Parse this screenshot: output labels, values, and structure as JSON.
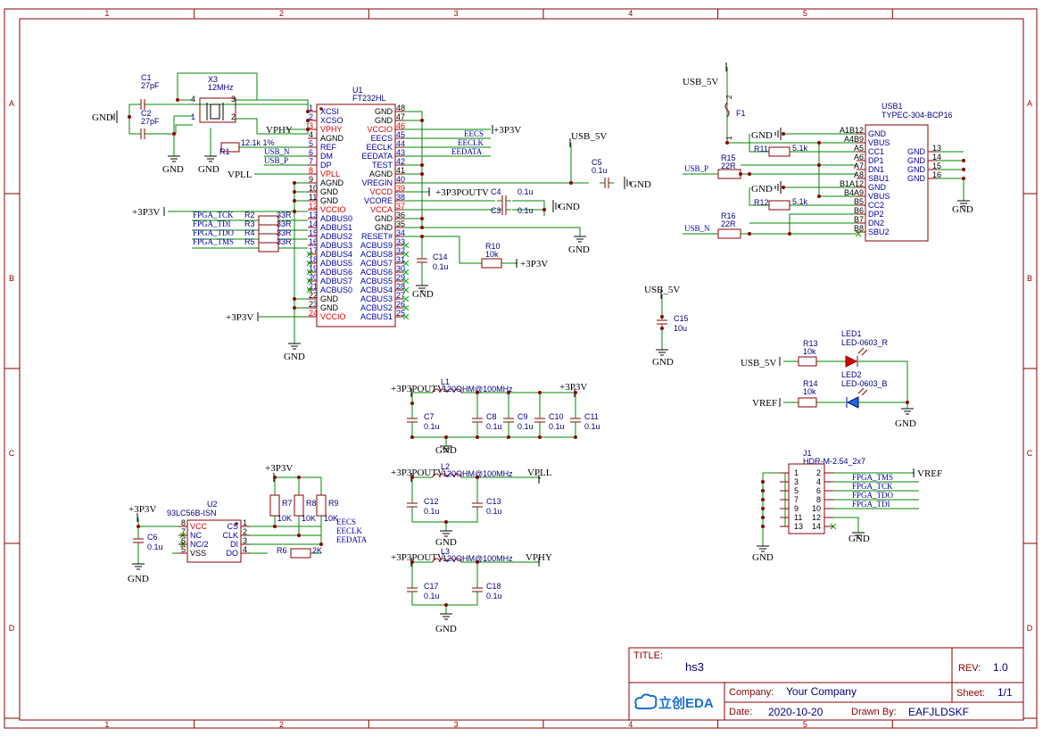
{
  "frame": {
    "columns": [
      "1",
      "2",
      "3",
      "4",
      "5"
    ],
    "rows": [
      "A",
      "B",
      "C",
      "D"
    ]
  },
  "title_block": {
    "title_label": "TITLE:",
    "title": "hs3",
    "rev_label": "REV:",
    "rev": "1.0",
    "company_label": "Company:",
    "company": "Your Company",
    "sheet_label": "Sheet:",
    "sheet": "1/1",
    "date_label": "Date:",
    "date": "2020-10-20",
    "drawn_label": "Drawn By:",
    "drawn_by": "EAFJLDSKF",
    "logo_text": "立创EDA"
  },
  "u1": {
    "ref": "U1",
    "value": "FT232HL",
    "left_pins": [
      {
        "num": "1",
        "name": "XCSI",
        "color": "#0000aa"
      },
      {
        "num": "2",
        "name": "XCSO",
        "color": "#0000aa"
      },
      {
        "num": "3",
        "name": "VPHY",
        "color": "#dd0000"
      },
      {
        "num": "4",
        "name": "AGND",
        "color": "#000000"
      },
      {
        "num": "5",
        "name": "REF",
        "color": "#0000aa"
      },
      {
        "num": "6",
        "name": "DM",
        "color": "#0000aa"
      },
      {
        "num": "7",
        "name": "DP",
        "color": "#0000aa"
      },
      {
        "num": "8",
        "name": "VPLL",
        "color": "#dd0000"
      },
      {
        "num": "9",
        "name": "AGND",
        "color": "#000000"
      },
      {
        "num": "10",
        "name": "GND",
        "color": "#000000"
      },
      {
        "num": "11",
        "name": "GND",
        "color": "#000000"
      },
      {
        "num": "12",
        "name": "VCCIO",
        "color": "#dd0000"
      },
      {
        "num": "13",
        "name": "ADBUS0",
        "color": "#0000aa"
      },
      {
        "num": "14",
        "name": "ADBUS1",
        "color": "#0000aa"
      },
      {
        "num": "15",
        "name": "ADBUS2",
        "color": "#0000aa"
      },
      {
        "num": "16",
        "name": "ADBUS3",
        "color": "#0000aa"
      },
      {
        "num": "17",
        "name": "ADBUS4",
        "color": "#0000aa"
      },
      {
        "num": "18",
        "name": "ADBUS5",
        "color": "#0000aa"
      },
      {
        "num": "19",
        "name": "ADBUS6",
        "color": "#0000aa"
      },
      {
        "num": "20",
        "name": "ADBUS7",
        "color": "#0000aa"
      },
      {
        "num": "21",
        "name": "ACBUS0",
        "color": "#0000aa"
      },
      {
        "num": "22",
        "name": "GND",
        "color": "#000000"
      },
      {
        "num": "23",
        "name": "GND",
        "color": "#000000"
      },
      {
        "num": "24",
        "name": "VCCIO",
        "color": "#dd0000"
      }
    ],
    "right_pins": [
      {
        "num": "48",
        "name": "GND",
        "color": "#000000"
      },
      {
        "num": "47",
        "name": "GND",
        "color": "#000000"
      },
      {
        "num": "46",
        "name": "VCCIO",
        "color": "#dd0000"
      },
      {
        "num": "45",
        "name": "EECS",
        "color": "#0000aa"
      },
      {
        "num": "44",
        "name": "EECLK",
        "color": "#0000aa"
      },
      {
        "num": "43",
        "name": "EEDATA",
        "color": "#0000aa"
      },
      {
        "num": "42",
        "name": "TEST",
        "color": "#0000aa"
      },
      {
        "num": "41",
        "name": "AGND",
        "color": "#000000"
      },
      {
        "num": "40",
        "name": "VREGIN",
        "color": "#0000aa"
      },
      {
        "num": "39",
        "name": "VCCD",
        "color": "#dd0000"
      },
      {
        "num": "38",
        "name": "VCORE",
        "color": "#0000aa"
      },
      {
        "num": "37",
        "name": "VCCA",
        "color": "#dd0000"
      },
      {
        "num": "36",
        "name": "GND",
        "color": "#000000"
      },
      {
        "num": "35",
        "name": "GND",
        "color": "#000000"
      },
      {
        "num": "34",
        "name": "RESET#",
        "color": "#0000aa"
      },
      {
        "num": "33",
        "name": "ACBUS9",
        "color": "#0000aa"
      },
      {
        "num": "32",
        "name": "ACBUS8",
        "color": "#0000aa"
      },
      {
        "num": "31",
        "name": "ACBUS7",
        "color": "#0000aa"
      },
      {
        "num": "30",
        "name": "ACBUS6",
        "color": "#0000aa"
      },
      {
        "num": "29",
        "name": "ACBUS5",
        "color": "#0000aa"
      },
      {
        "num": "28",
        "name": "ACBUS4",
        "color": "#0000aa"
      },
      {
        "num": "27",
        "name": "ACBUS3",
        "color": "#0000aa"
      },
      {
        "num": "26",
        "name": "ACBUS2",
        "color": "#0000aa"
      },
      {
        "num": "25",
        "name": "ACBUS1",
        "color": "#0000aa"
      }
    ]
  },
  "usb1": {
    "ref": "USB1",
    "value": "TYPEC-304-BCP16",
    "left_pins": [
      {
        "num": "A1B12",
        "name": "GND"
      },
      {
        "num": "A4B9",
        "name": "VBUS"
      },
      {
        "num": "A5",
        "name": "CC1"
      },
      {
        "num": "A6",
        "name": "DP1"
      },
      {
        "num": "A7",
        "name": "DN1"
      },
      {
        "num": "A8",
        "name": "SBU1"
      },
      {
        "num": "B1A12",
        "name": "GND"
      },
      {
        "num": "B4A9",
        "name": "VBUS"
      },
      {
        "num": "B5",
        "name": "CC2"
      },
      {
        "num": "B6",
        "name": "DP2"
      },
      {
        "num": "B7",
        "name": "DN2"
      },
      {
        "num": "B8",
        "name": "SBU2"
      }
    ],
    "right_pins": [
      {
        "num": "13",
        "name": "GND"
      },
      {
        "num": "14",
        "name": "GND"
      },
      {
        "num": "15",
        "name": "GND"
      },
      {
        "num": "16",
        "name": "GND"
      }
    ]
  },
  "u2": {
    "ref": "U2",
    "value": "93LC56B-ISN",
    "left_pins": [
      {
        "num": "8",
        "name": "VCC",
        "color": "#dd0000"
      },
      {
        "num": "7",
        "name": "NC",
        "color": "#0000aa"
      },
      {
        "num": "6",
        "name": "NC/2",
        "color": "#0000aa"
      },
      {
        "num": "5",
        "name": "VSS",
        "color": "#000000"
      }
    ],
    "right_pins": [
      {
        "num": "1",
        "name": "CS",
        "color": "#0000aa"
      },
      {
        "num": "2",
        "name": "CLK",
        "color": "#0000aa"
      },
      {
        "num": "3",
        "name": "DI",
        "color": "#0000aa"
      },
      {
        "num": "4",
        "name": "DO",
        "color": "#0000aa"
      }
    ]
  },
  "j1": {
    "ref": "J1",
    "value": "HDR-M-2.54_2x7",
    "left_pins": [
      "1",
      "3",
      "5",
      "7",
      "9",
      "11",
      "13"
    ],
    "right_pins": [
      "2",
      "4",
      "6",
      "8",
      "10",
      "12",
      "14"
    ]
  },
  "parts": {
    "c1": {
      "ref": "C1",
      "value": "27pF"
    },
    "c2": {
      "ref": "C2",
      "value": "27pF"
    },
    "x3": {
      "ref": "X3",
      "value": "12MHz",
      "pins": [
        "4",
        "3",
        "1",
        "2"
      ]
    },
    "r1": {
      "ref": "R1",
      "value": "12.1k 1%"
    },
    "r2": {
      "ref": "R2",
      "value": "33R"
    },
    "r3": {
      "ref": "R3",
      "value": "33R"
    },
    "r4": {
      "ref": "R4",
      "value": "33R"
    },
    "r5": {
      "ref": "R5",
      "value": "33R"
    },
    "c5": {
      "ref": "C5",
      "value": "0.1u"
    },
    "c4": {
      "ref": "C4",
      "value": "0.1u"
    },
    "c3": {
      "ref": "C3",
      "value": "0.1u"
    },
    "c14": {
      "ref": "C14",
      "value": "0.1u"
    },
    "r10": {
      "ref": "R10",
      "value": "10k"
    },
    "c15": {
      "ref": "C15",
      "value": "10u"
    },
    "f1": {
      "ref": "F1",
      "pins": [
        "2",
        "1"
      ]
    },
    "r11": {
      "ref": "R11",
      "value": "5.1k"
    },
    "r12": {
      "ref": "R12",
      "value": "5.1k"
    },
    "r15": {
      "ref": "R15",
      "value": "22R"
    },
    "r16": {
      "ref": "R16",
      "value": "22R"
    },
    "r13": {
      "ref": "R13",
      "value": "10k"
    },
    "r14": {
      "ref": "R14",
      "value": "10k"
    },
    "led1": {
      "ref": "LED1",
      "value": "LED-0603_R"
    },
    "led2": {
      "ref": "LED2",
      "value": "LED-0603_B"
    },
    "l1": {
      "ref": "L1",
      "value": "120OHM@100MHz"
    },
    "l2": {
      "ref": "L2",
      "value": "120OHM@100MHz"
    },
    "l3": {
      "ref": "L3",
      "value": "120OHM@100MHz"
    },
    "c7": {
      "ref": "C7",
      "value": "0.1u"
    },
    "c8": {
      "ref": "C8",
      "value": "0.1u"
    },
    "c9": {
      "ref": "C9",
      "value": "0.1u"
    },
    "c10": {
      "ref": "C10",
      "value": "0.1u"
    },
    "c11": {
      "ref": "C11",
      "value": "0.1u"
    },
    "c12": {
      "ref": "C12",
      "value": "0.1u"
    },
    "c13": {
      "ref": "C13",
      "value": "0.1u"
    },
    "c17": {
      "ref": "C17",
      "value": "0.1u"
    },
    "c18": {
      "ref": "C18",
      "value": "0.1u"
    },
    "c6": {
      "ref": "C6",
      "value": "0.1u"
    },
    "r6": {
      "ref": "R6",
      "value": "2K"
    },
    "r7": {
      "ref": "R7",
      "value": "10K"
    },
    "r8": {
      "ref": "R8",
      "value": "10K"
    },
    "r9": {
      "ref": "R9",
      "value": "10K"
    }
  },
  "nets": {
    "gnd": "GND",
    "vphy": "VPHY",
    "vpll": "VPLL",
    "p3v3": "+3P3V",
    "p3v3_right": "+3P3V",
    "p3poutv": "+3P3POUTV",
    "usb_5v": "USB_5V",
    "usb_n": "USB_N",
    "usb_p": "USB_P",
    "usb_p_left": "USB_P",
    "usb_n_left": "USB_N",
    "eecs": "EECS",
    "eeclk": "EECLK",
    "eedata": "EEDATA",
    "fpga_tck": "FPGA_TCK",
    "fpga_tdi": "FPGA_TDI",
    "fpga_tdo": "FPGA_TDO",
    "fpga_tms": "FPGA_TMS",
    "vref": "VREF"
  },
  "colors": {
    "wire": "#008800",
    "body": "#8b0000",
    "pin_red": "#dd0000",
    "net_blue": "#0000aa",
    "frame": "#8b0000",
    "title_text": "#000080"
  }
}
